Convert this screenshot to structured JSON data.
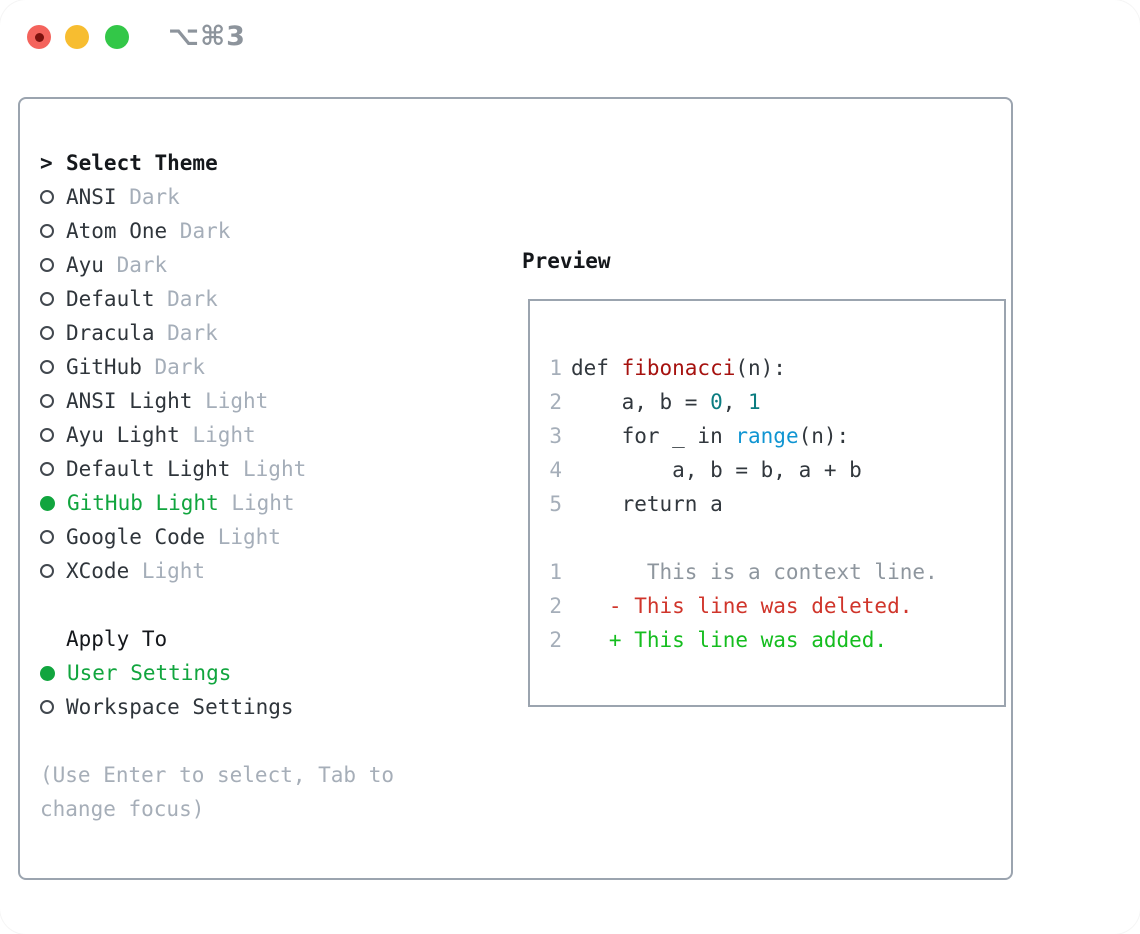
{
  "window": {
    "title": "⌥⌘3"
  },
  "theme_panel": {
    "prompt": ">",
    "title": "Select Theme",
    "themes": [
      {
        "name": "ANSI",
        "tag": "Dark",
        "selected": false
      },
      {
        "name": "Atom One",
        "tag": "Dark",
        "selected": false
      },
      {
        "name": "Ayu",
        "tag": "Dark",
        "selected": false
      },
      {
        "name": "Default",
        "tag": "Dark",
        "selected": false
      },
      {
        "name": "Dracula",
        "tag": "Dark",
        "selected": false
      },
      {
        "name": "GitHub",
        "tag": "Dark",
        "selected": false
      },
      {
        "name": "ANSI Light",
        "tag": "Light",
        "selected": false
      },
      {
        "name": "Ayu Light",
        "tag": "Light",
        "selected": false
      },
      {
        "name": "Default Light",
        "tag": "Light",
        "selected": false
      },
      {
        "name": "GitHub Light",
        "tag": "Light",
        "selected": true
      },
      {
        "name": "Google Code",
        "tag": "Light",
        "selected": false
      },
      {
        "name": "XCode",
        "tag": "Light",
        "selected": false
      }
    ],
    "apply_to": {
      "title": "Apply To",
      "options": [
        {
          "label": "User Settings",
          "selected": true
        },
        {
          "label": "Workspace Settings",
          "selected": false
        }
      ]
    },
    "hint": "(Use Enter to select, Tab to change focus)"
  },
  "preview": {
    "title": "Preview",
    "lines": [
      {
        "num": "1",
        "tokens": [
          {
            "t": "def ",
            "c": "plain"
          },
          {
            "t": "fibonacci",
            "c": "func"
          },
          {
            "t": "(n):",
            "c": "plain"
          }
        ]
      },
      {
        "num": "2",
        "tokens": [
          {
            "t": "    a, b = ",
            "c": "plain"
          },
          {
            "t": "0",
            "c": "number"
          },
          {
            "t": ", ",
            "c": "plain"
          },
          {
            "t": "1",
            "c": "number"
          }
        ]
      },
      {
        "num": "3",
        "tokens": [
          {
            "t": "    for _ in ",
            "c": "plain"
          },
          {
            "t": "range",
            "c": "builtin"
          },
          {
            "t": "(n):",
            "c": "plain"
          }
        ]
      },
      {
        "num": "4",
        "tokens": [
          {
            "t": "        a, b = b, a + b",
            "c": "plain"
          }
        ]
      },
      {
        "num": "5",
        "tokens": [
          {
            "t": "    return a",
            "c": "plain"
          }
        ]
      },
      {
        "num": "",
        "tokens": []
      },
      {
        "num": "1",
        "tokens": [
          {
            "t": "      This is a context line.",
            "c": "context"
          }
        ]
      },
      {
        "num": "2",
        "tokens": [
          {
            "t": "   - This line was deleted.",
            "c": "deleted"
          }
        ]
      },
      {
        "num": "2",
        "tokens": [
          {
            "t": "   + This line was added.",
            "c": "added"
          }
        ]
      }
    ]
  },
  "colors": {
    "accent_green": "#11a53e",
    "func_red": "#a6120f",
    "number_teal": "#0b7c80",
    "builtin_blue": "#1095d2",
    "deleted_red": "#d0352b",
    "added_green": "#15bd1f",
    "muted_gray": "#a5aeb9",
    "context_gray": "#8e969e",
    "border_gray": "#9ba4af",
    "text_dark": "#2f353b",
    "traffic_red": "#f4635c",
    "traffic_yellow": "#f7bd30",
    "traffic_green": "#33c748"
  }
}
